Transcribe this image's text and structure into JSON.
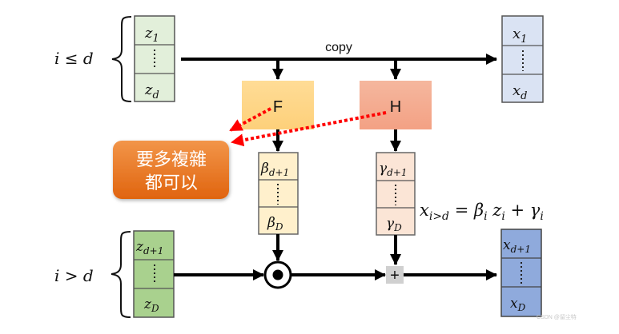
{
  "title": "Affine coupling layer diagram",
  "labels": {
    "copy": "copy",
    "cond_top": "i ≤ d",
    "cond_bottom": "i > d",
    "F": "F",
    "H": "H",
    "note_line1": "要多複雜",
    "note_line2": "都可以",
    "equation": "x_{i>d} = β_i z_i + γ_i",
    "watermark": "CSDN @留尘特"
  },
  "vectors": {
    "z_top": {
      "first": "z",
      "first_sub": "1",
      "last": "z",
      "last_sub": "d"
    },
    "x_top": {
      "first": "x",
      "first_sub": "1",
      "last": "x",
      "last_sub": "d"
    },
    "beta": {
      "first": "β",
      "first_sub": "d+1",
      "last": "β",
      "last_sub": "D"
    },
    "gamma": {
      "first": "γ",
      "first_sub": "d+1",
      "last": "γ",
      "last_sub": "D"
    },
    "z_bottom": {
      "first": "z",
      "first_sub": "d+1",
      "last": "z",
      "last_sub": "D"
    },
    "x_bottom": {
      "first": "x",
      "first_sub": "d+1",
      "last": "x",
      "last_sub": "D"
    }
  },
  "operators": {
    "multiply": "elementwise-product",
    "add": "+"
  },
  "colors": {
    "z_top": "#e2efda",
    "x_top": "#dae3f3",
    "F_top": "#ffd98f",
    "F_bottom": "#fed27e",
    "H_top": "#f5b49a",
    "H_bottom": "#f4a383",
    "beta": "#fff0cc",
    "gamma": "#fbe5d6",
    "z_bottom": "#a9d18e",
    "x_bottom": "#8faadc",
    "note_top": "#f08a3c",
    "note_bottom": "#e06a18",
    "dotted_arrow": "#ff0000",
    "plus_box": "#d0d0d0"
  }
}
